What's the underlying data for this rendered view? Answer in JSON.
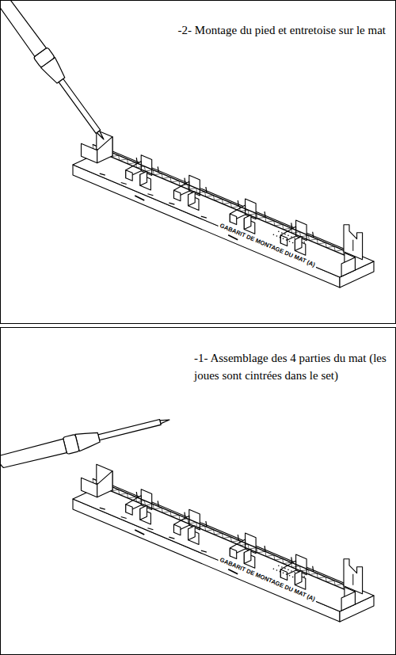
{
  "diagram": {
    "nodes": [
      {
        "text": [
          "-2- Montage du pied et entretoise sur le mat"
        ]
      },
      {
        "text": [
          "-1- Assemblage des 4 parties du mat (les joues sont cintrées dans le set)"
        ]
      }
    ],
    "labels": [
      "GABARIT DE MONTAGE DU MAT (A)",
      "GABARIT DE MONTAGE DU MAT (A)"
    ]
  }
}
